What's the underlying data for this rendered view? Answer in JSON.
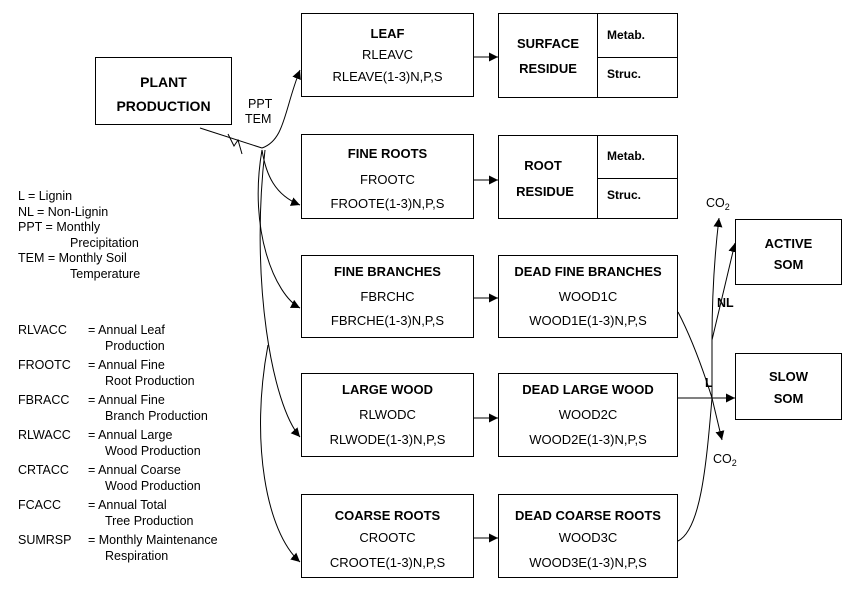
{
  "plant": {
    "line1": "PLANT",
    "line2": "PRODUCTION"
  },
  "flow_labels": {
    "ppt": "PPT",
    "tem": "TEM",
    "nl": "NL",
    "l": "L",
    "co2_prefix": "CO",
    "co2_sub": "2"
  },
  "pools": [
    {
      "name": "LEAF",
      "c": "RLEAVC",
      "e": "RLEAVE(1-3)N,P,S"
    },
    {
      "name": "FINE ROOTS",
      "c": "FROOTC",
      "e": "FROOTE(1-3)N,P,S"
    },
    {
      "name": "FINE BRANCHES",
      "c": "FBRCHC",
      "e": "FBRCHE(1-3)N,P,S"
    },
    {
      "name": "LARGE WOOD",
      "c": "RLWODC",
      "e": "RLWODE(1-3)N,P,S"
    },
    {
      "name": "COARSE ROOTS",
      "c": "CROOTC",
      "e": "CROOTE(1-3)N,P,S"
    }
  ],
  "residues": [
    {
      "line1": "SURFACE",
      "line2": "RESIDUE",
      "metab": "Metab.",
      "struc": "Struc."
    },
    {
      "line1": "ROOT",
      "line2": "RESIDUE",
      "metab": "Metab.",
      "struc": "Struc."
    }
  ],
  "dead_wood": [
    {
      "name": "DEAD FINE BRANCHES",
      "c": "WOOD1C",
      "e": "WOOD1E(1-3)N,P,S"
    },
    {
      "name": "DEAD LARGE WOOD",
      "c": "WOOD2C",
      "e": "WOOD2E(1-3)N,P,S"
    },
    {
      "name": "DEAD COARSE ROOTS",
      "c": "WOOD3C",
      "e": "WOOD3E(1-3)N,P,S"
    }
  ],
  "som": [
    {
      "line1": "ACTIVE",
      "line2": "SOM"
    },
    {
      "line1": "SLOW",
      "line2": "SOM"
    }
  ],
  "legend": [
    "L = Lignin",
    "NL = Non-Lignin",
    "PPT = Monthly",
    "Precipitation",
    "TEM = Monthly Soil",
    "Temperature"
  ],
  "abbreviations": [
    {
      "key": "RLVACC",
      "line1": "= Annual Leaf",
      "line2": "Production"
    },
    {
      "key": "FROOTC",
      "line1": "= Annual Fine",
      "line2": "Root Production"
    },
    {
      "key": "FBRACC",
      "line1": "= Annual Fine",
      "line2": "Branch Production"
    },
    {
      "key": "RLWACC",
      "line1": "= Annual Large",
      "line2": "Wood Production"
    },
    {
      "key": "CRTACC",
      "line1": "= Annual Coarse",
      "line2": "Wood Production"
    },
    {
      "key": "FCACC",
      "line1": "= Annual Total",
      "line2": "Tree Production"
    },
    {
      "key": "SUMRSP",
      "line1": "= Monthly Maintenance",
      "line2": "Respiration"
    }
  ]
}
